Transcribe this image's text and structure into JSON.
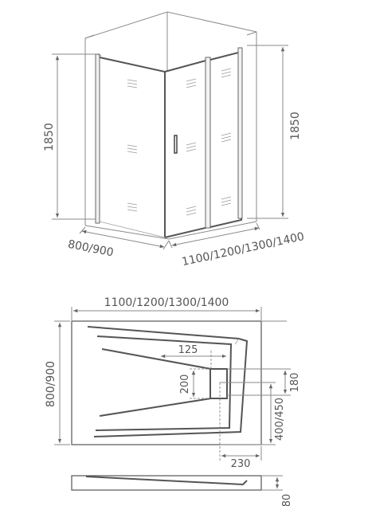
{
  "diagram": {
    "enclosure": {
      "height_left": "1850",
      "height_right": "1850",
      "depth": "800/900",
      "width": "1100/1200/1300/1400"
    },
    "tray_plan": {
      "width": "1100/1200/1300/1400",
      "depth": "800/900",
      "dim_125": "125",
      "dim_200": "200",
      "dim_180": "180",
      "dim_400_450": "400/450",
      "dim_230": "230"
    },
    "tray_profile": {
      "height": "80"
    }
  }
}
